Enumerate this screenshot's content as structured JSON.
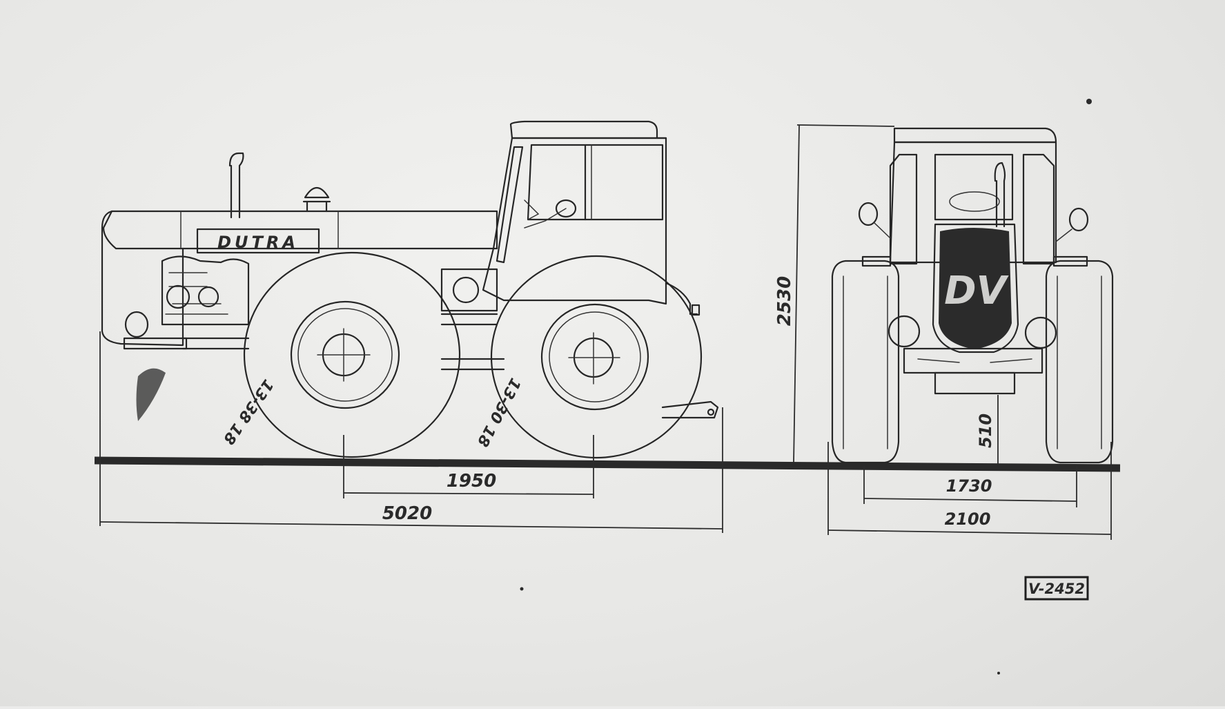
{
  "side_view": {
    "brand_lettering": "DUTRA",
    "tire_marking_front": "13-38 18",
    "tire_marking_rear": "13-30 18"
  },
  "front_view": {
    "grille_emblem": "DV"
  },
  "dimensions": {
    "wheelbase": "1950",
    "overall_length": "5020",
    "overall_height": "2530",
    "ground_clearance": "510",
    "track_width": "1730",
    "overall_width": "2100"
  },
  "drawing_number": "V-2452"
}
